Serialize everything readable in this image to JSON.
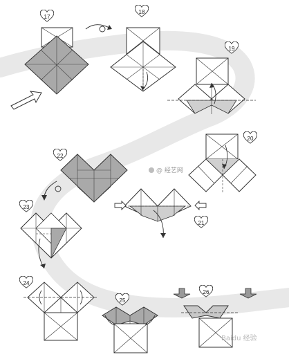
{
  "steps": [
    {
      "number": "17"
    },
    {
      "number": "18"
    },
    {
      "number": "19"
    },
    {
      "number": "20"
    },
    {
      "number": "21"
    },
    {
      "number": "22"
    },
    {
      "number": "23"
    },
    {
      "number": "24"
    },
    {
      "number": "25"
    },
    {
      "number": "26"
    }
  ],
  "watermarks": {
    "center": "@ 经艺网",
    "corner": "Baidu 经验"
  },
  "colors": {
    "band": "#e6e6e6",
    "fold_gray": "#a8a8a8",
    "fold_light": "#d8d8d8",
    "line": "#333333"
  }
}
